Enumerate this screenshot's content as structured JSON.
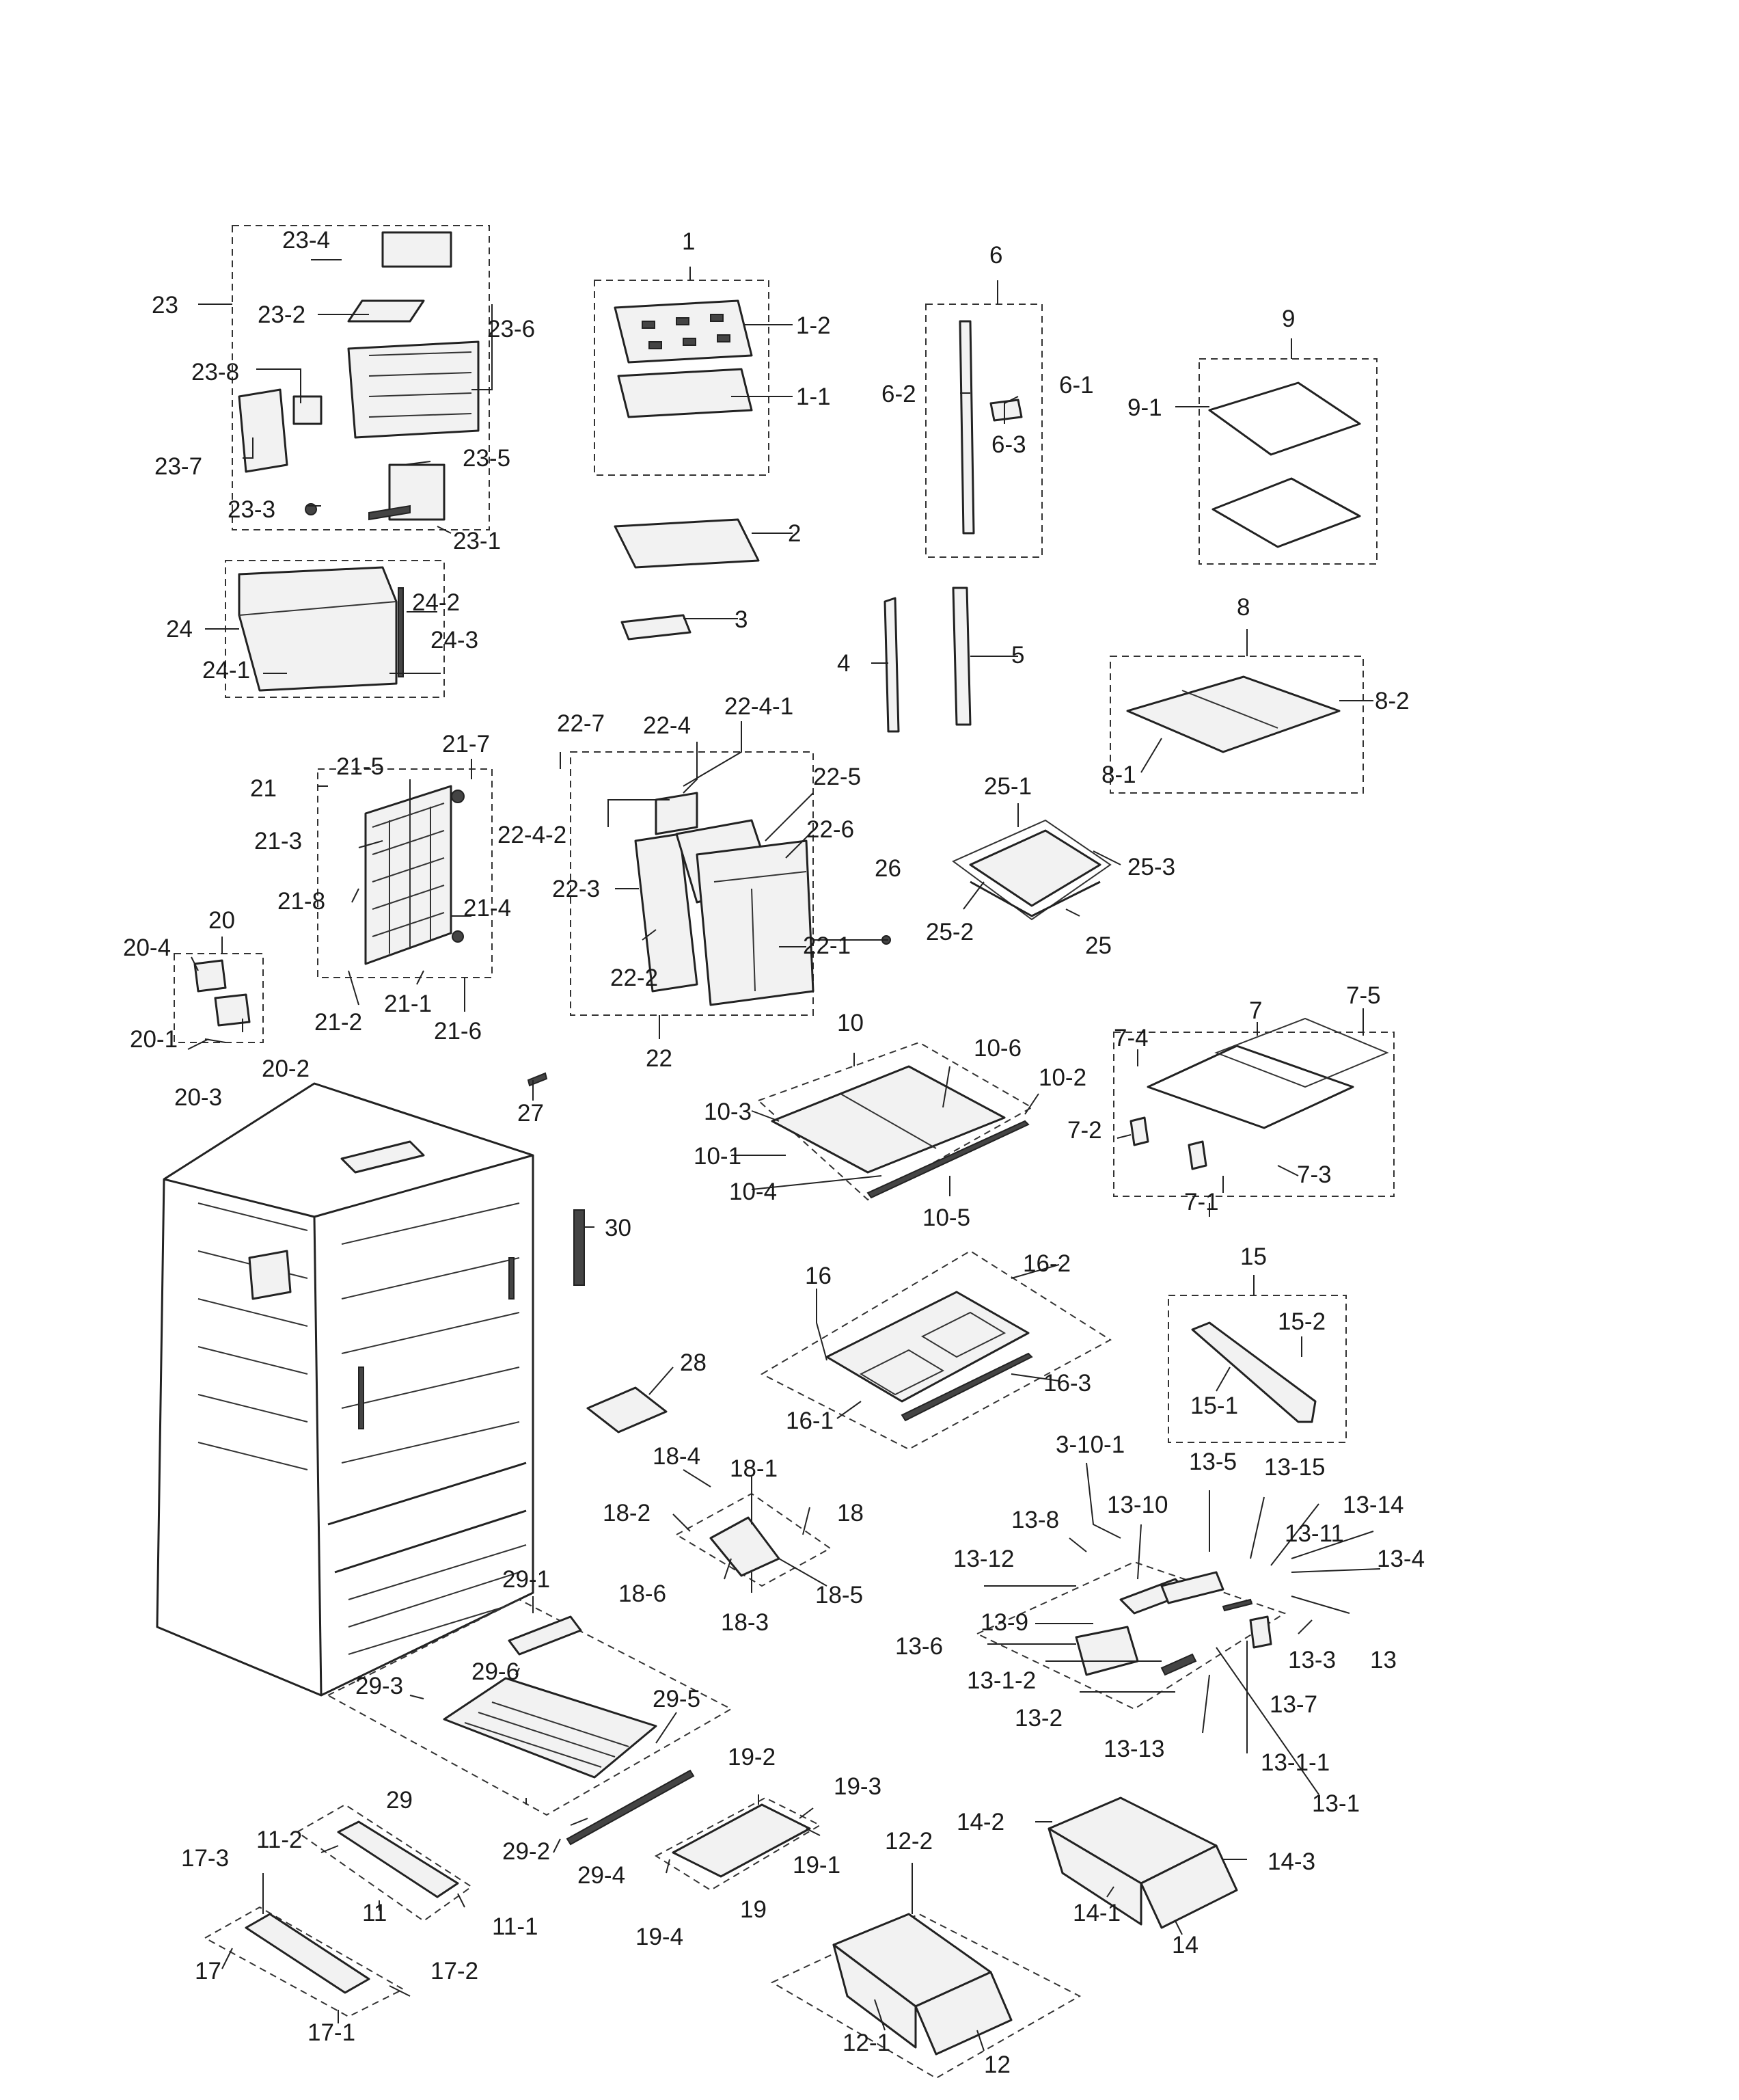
{
  "diagram": {
    "colors": {
      "ink": "#1a1a1a",
      "background": "#ffffff"
    },
    "labels": {
      "p1": "1",
      "p1_1": "1-1",
      "p1_2": "1-2",
      "p2": "2",
      "p3": "3",
      "p4": "4",
      "p5": "5",
      "p6": "6",
      "p6_1": "6-1",
      "p6_2": "6-2",
      "p6_3": "6-3",
      "p7": "7",
      "p7_1": "7-1",
      "p7_2": "7-2",
      "p7_3": "7-3",
      "p7_4": "7-4",
      "p7_5": "7-5",
      "p8": "8",
      "p8_1": "8-1",
      "p8_2": "8-2",
      "p9": "9",
      "p9_1": "9-1",
      "p10": "10",
      "p10_1": "10-1",
      "p10_2": "10-2",
      "p10_3": "10-3",
      "p10_4": "10-4",
      "p10_5": "10-5",
      "p10_6": "10-6",
      "p11": "11",
      "p11_1": "11-1",
      "p11_2": "11-2",
      "p12": "12",
      "p12_1": "12-1",
      "p12_2": "12-2",
      "p13": "13",
      "p13_1": "13-1",
      "p13_1_1": "13-1-1",
      "p13_1_2": "13-1-2",
      "p13_2": "13-2",
      "p13_3": "13-3",
      "p13_4": "13-4",
      "p13_5": "13-5",
      "p13_6": "13-6",
      "p13_7": "13-7",
      "p13_8": "13-8",
      "p13_9": "13-9",
      "p13_10": "13-10",
      "p13_11": "13-11",
      "p13_12": "13-12",
      "p13_13": "13-13",
      "p13_14": "13-14",
      "p13_15": "13-15",
      "p3_10_1": "3-10-1",
      "p14": "14",
      "p14_1": "14-1",
      "p14_2": "14-2",
      "p14_3": "14-3",
      "p15": "15",
      "p15_1": "15-1",
      "p15_2": "15-2",
      "p16": "16",
      "p16_1": "16-1",
      "p16_2": "16-2",
      "p16_3": "16-3",
      "p17": "17",
      "p17_1": "17-1",
      "p17_2": "17-2",
      "p17_3": "17-3",
      "p18": "18",
      "p18_1": "18-1",
      "p18_2": "18-2",
      "p18_3": "18-3",
      "p18_4": "18-4",
      "p18_5": "18-5",
      "p18_6": "18-6",
      "p19": "19",
      "p19_1": "19-1",
      "p19_2": "19-2",
      "p19_3": "19-3",
      "p19_4": "19-4",
      "p20": "20",
      "p20_1": "20-1",
      "p20_2": "20-2",
      "p20_3": "20-3",
      "p20_4": "20-4",
      "p21": "21",
      "p21_1": "21-1",
      "p21_2": "21-2",
      "p21_3": "21-3",
      "p21_4": "21-4",
      "p21_5": "21-5",
      "p21_6": "21-6",
      "p21_7": "21-7",
      "p21_8": "21-8",
      "p22": "22",
      "p22_1": "22-1",
      "p22_2": "22-2",
      "p22_3": "22-3",
      "p22_4": "22-4",
      "p22_4_1": "22-4-1",
      "p22_4_2": "22-4-2",
      "p22_5": "22-5",
      "p22_6": "22-6",
      "p22_7": "22-7",
      "p23": "23",
      "p23_1": "23-1",
      "p23_2": "23-2",
      "p23_3": "23-3",
      "p23_4": "23-4",
      "p23_5": "23-5",
      "p23_6": "23-6",
      "p23_7": "23-7",
      "p23_8": "23-8",
      "p24": "24",
      "p24_1": "24-1",
      "p24_2": "24-2",
      "p24_3": "24-3",
      "p25": "25",
      "p25_1": "25-1",
      "p25_2": "25-2",
      "p25_3": "25-3",
      "p26": "26",
      "p27": "27",
      "p28": "28",
      "p29": "29",
      "p29_1": "29-1",
      "p29_2": "29-2",
      "p29_3": "29-3",
      "p29_4": "29-4",
      "p29_5": "29-5",
      "p29_6": "29-6",
      "p30": "30"
    }
  }
}
